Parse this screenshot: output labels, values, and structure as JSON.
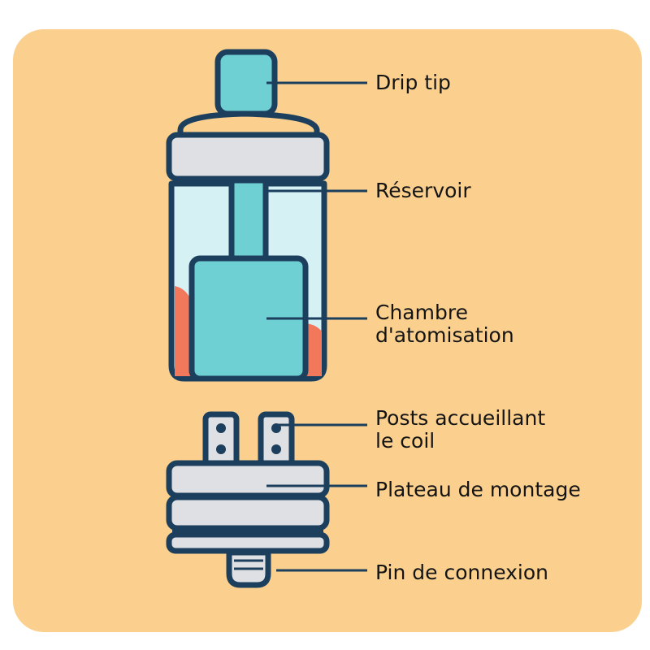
{
  "title": "Atomiseur",
  "labels": {
    "drip_tip": "Drip tip",
    "reservoir": "Réservoir",
    "chambre_1": "Chambre",
    "chambre_2": "d'atomisation",
    "posts_1": "Posts accueillant",
    "posts_2": "le coil",
    "plateau": "Plateau de montage",
    "pin": "Pin de connexion"
  },
  "colors": {
    "background": "#fbd08e",
    "outline": "#1d3f5e",
    "teal": "#6fd0d3",
    "glass": "#d6f1f4",
    "metal": "#dfe0e3",
    "liquid": "#f2785c"
  }
}
